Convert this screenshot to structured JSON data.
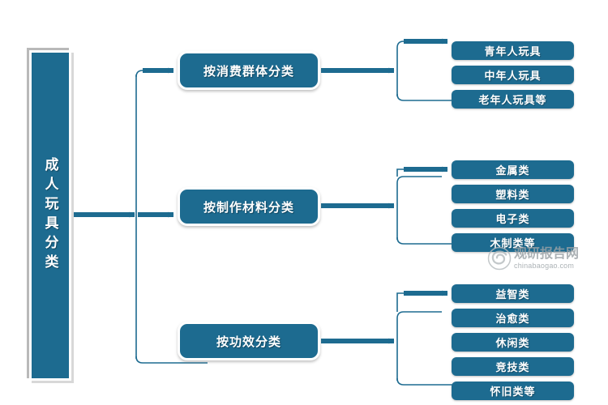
{
  "diagram": {
    "type": "tree-hierarchy",
    "colors": {
      "node_fill": "#1d6b90",
      "node_text": "#ffffff",
      "connector": "#1d6b90",
      "background": "#ffffff",
      "watermark": "#9aa2a6"
    },
    "root": {
      "label": "成人玩具分类"
    },
    "branches": [
      {
        "label": "按消费群体分类",
        "leaves": [
          {
            "label": "青年人玩具"
          },
          {
            "label": "中年人玩具"
          },
          {
            "label": "老年人玩具等"
          }
        ]
      },
      {
        "label": "按制作材料分类",
        "leaves": [
          {
            "label": "金属类"
          },
          {
            "label": "塑料类"
          },
          {
            "label": "电子类"
          },
          {
            "label": "木制类等"
          }
        ]
      },
      {
        "label": "按功效分类",
        "leaves": [
          {
            "label": "益智类"
          },
          {
            "label": "治愈类"
          },
          {
            "label": "休闲类"
          },
          {
            "label": "竞技类"
          },
          {
            "label": "怀旧类等"
          }
        ]
      }
    ]
  },
  "watermark": {
    "title": "观研报告网",
    "url": "chinabaogao.com",
    "icon": "spiral-logo-icon"
  }
}
